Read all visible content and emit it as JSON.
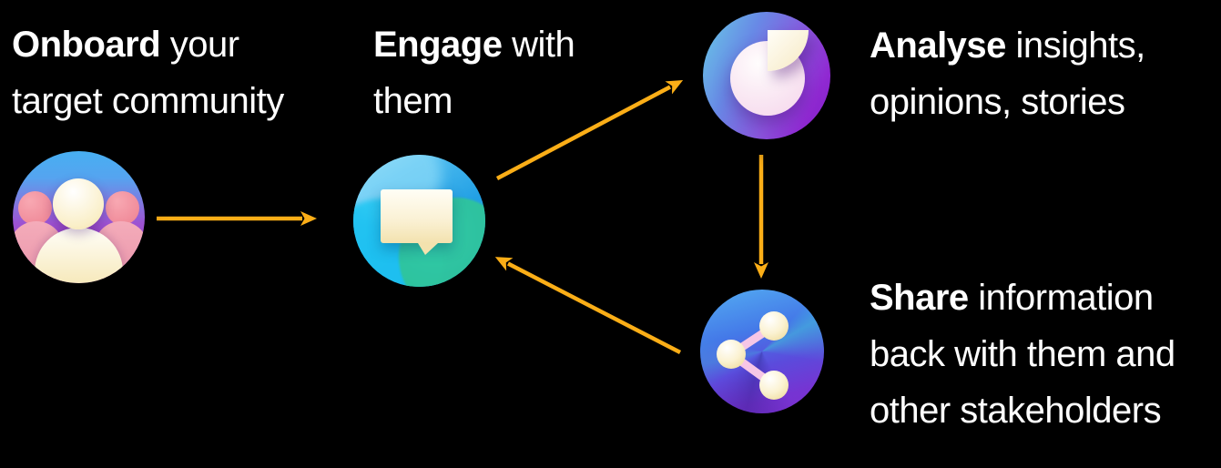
{
  "diagram": {
    "background_color": "#000000",
    "text_color": "#FFFFFF",
    "arrow_color": "#FBAE17",
    "steps": [
      {
        "key": "onboard",
        "bold": "Onboard",
        "rest": " your target community",
        "icon": "people-icon",
        "icon_colors": {
          "badge_top": "#47AFF2",
          "badge_bottom": "#A44CC3",
          "person_center": "#FAEFC8",
          "person_sides": "#ED8191"
        }
      },
      {
        "key": "engage",
        "bold": "Engage",
        "rest": " with them",
        "icon": "chat-bubble-icon",
        "icon_colors": {
          "badge_main": "#22A0E4",
          "badge_accent": "#2CBA8C",
          "bubble": "#FAF0D2"
        }
      },
      {
        "key": "analyse",
        "bold": "Analyse",
        "rest": " insights, opinions, stories",
        "icon": "pie-chart-icon",
        "icon_colors": {
          "badge_left": "#67CDE6",
          "badge_right": "#8A2FD0",
          "pie_circle": "#FAEAF4",
          "pie_slice": "#F9EFD2"
        }
      },
      {
        "key": "share",
        "bold": "Share",
        "rest": " information back with them and other stakeholders",
        "icon": "share-icon",
        "icon_colors": {
          "badge_top": "#54AEF2",
          "badge_bottom": "#7C2FCE",
          "nodes": "#FBF2D2",
          "links": "#F6C6E6"
        }
      }
    ],
    "arrows": [
      {
        "from": "onboard",
        "to": "engage"
      },
      {
        "from": "engage",
        "to": "analyse"
      },
      {
        "from": "analyse",
        "to": "share"
      },
      {
        "from": "share",
        "to": "engage"
      }
    ]
  }
}
